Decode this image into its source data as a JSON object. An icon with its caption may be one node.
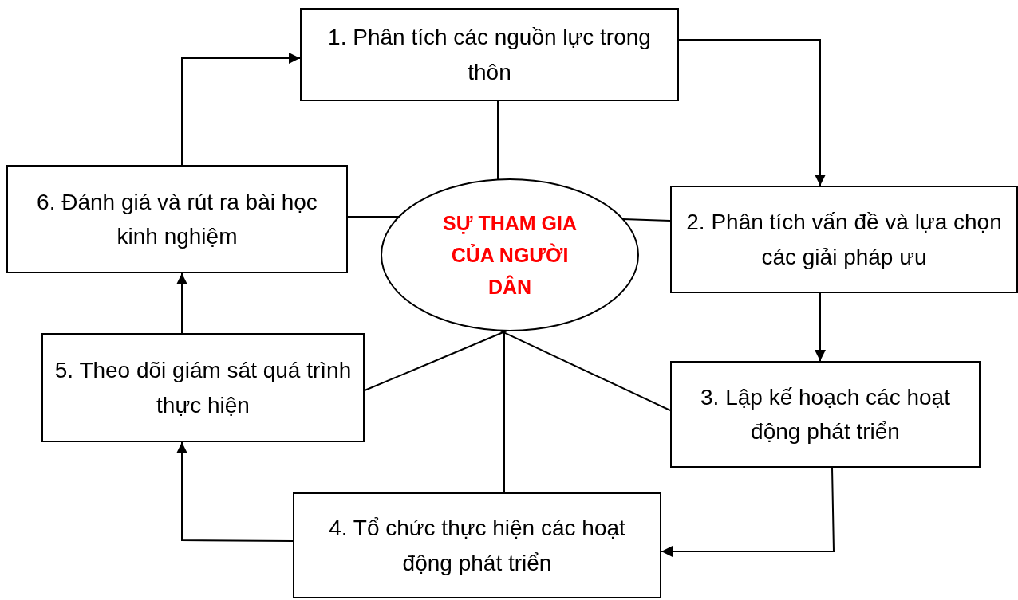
{
  "diagram": {
    "nodes": [
      {
        "text": [
          "1. Phân tích các nguồn lực trong thôn"
        ]
      },
      {
        "text": [
          "2. Phân tích vấn đề và lựa chọn các giải pháp ưu"
        ]
      },
      {
        "text": [
          "3. Lập kế hoạch các hoạt động phát triển"
        ]
      },
      {
        "text": [
          "4. Tổ chức thực hiện các hoạt động phát triển"
        ]
      },
      {
        "text": [
          "5. Theo dõi giám sát quá trình thực hiện"
        ]
      },
      {
        "text": [
          "6. Đánh giá và rút ra bài học kinh nghiệm"
        ]
      },
      {
        "text": [
          "SỰ THAM GIA CỦA NGƯỜI DÂN"
        ]
      }
    ],
    "edges": [
      {
        "from": 0,
        "to": 1,
        "arrow": "to"
      },
      {
        "from": 1,
        "to": 2,
        "arrow": "to"
      },
      {
        "from": 2,
        "to": 3,
        "arrow": "to"
      },
      {
        "from": 3,
        "to": 4,
        "arrow": "to"
      },
      {
        "from": 4,
        "to": 5,
        "arrow": "to"
      },
      {
        "from": 5,
        "to": 0,
        "arrow": "to"
      },
      {
        "from": 6,
        "to": 0,
        "arrow": "none"
      },
      {
        "from": 6,
        "to": 1,
        "arrow": "none"
      },
      {
        "from": 6,
        "to": 2,
        "arrow": "none"
      },
      {
        "from": 6,
        "to": 3,
        "arrow": "none"
      },
      {
        "from": 6,
        "to": 4,
        "arrow": "none"
      },
      {
        "from": 6,
        "to": 5,
        "arrow": "none"
      }
    ]
  }
}
